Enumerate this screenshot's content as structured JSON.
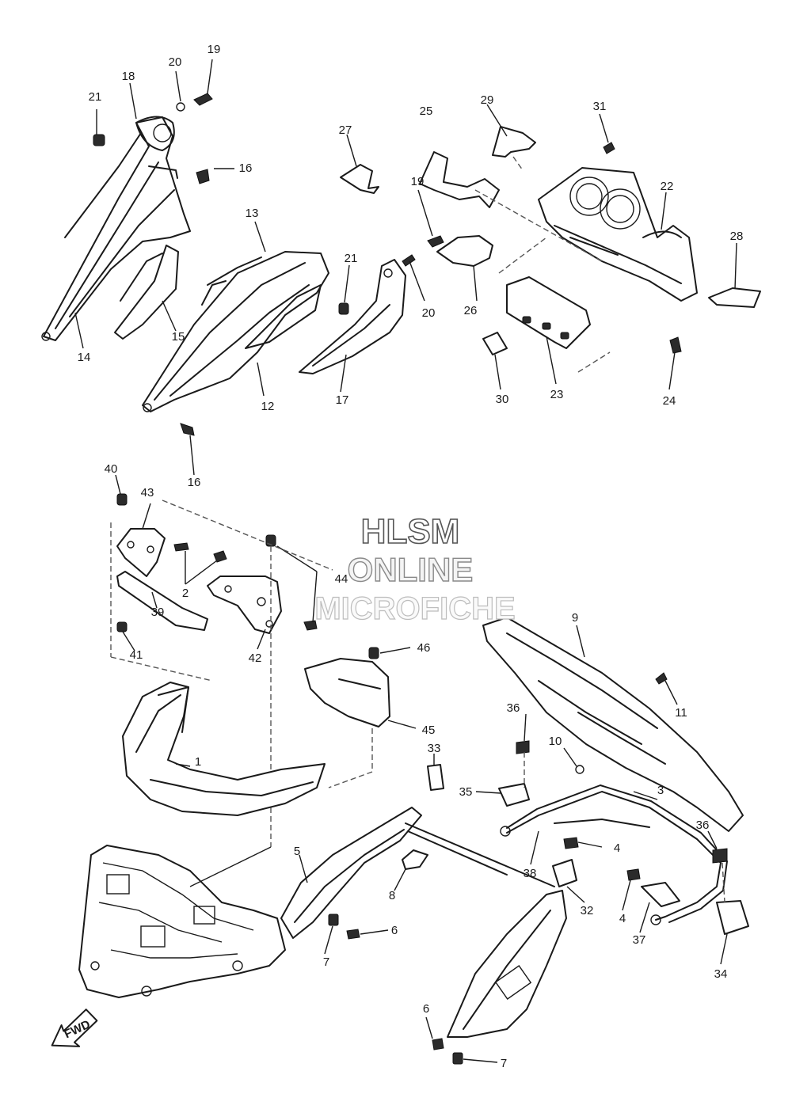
{
  "watermark": {
    "line1": "HLSM",
    "line2": "ONLINE",
    "line3": "MICROFICHE"
  },
  "fwd_label": "FWD",
  "callouts": [
    {
      "id": "c1",
      "text": "1"
    },
    {
      "id": "c2",
      "text": "2"
    },
    {
      "id": "c3",
      "text": "3"
    },
    {
      "id": "c4a",
      "text": "4"
    },
    {
      "id": "c4b",
      "text": "4"
    },
    {
      "id": "c5",
      "text": "5"
    },
    {
      "id": "c6a",
      "text": "6"
    },
    {
      "id": "c6b",
      "text": "6"
    },
    {
      "id": "c7a",
      "text": "7"
    },
    {
      "id": "c7b",
      "text": "7"
    },
    {
      "id": "c8",
      "text": "8"
    },
    {
      "id": "c9",
      "text": "9"
    },
    {
      "id": "c10",
      "text": "10"
    },
    {
      "id": "c11",
      "text": "11"
    },
    {
      "id": "c12",
      "text": "12"
    },
    {
      "id": "c13",
      "text": "13"
    },
    {
      "id": "c14",
      "text": "14"
    },
    {
      "id": "c15",
      "text": "15"
    },
    {
      "id": "c16a",
      "text": "16"
    },
    {
      "id": "c16b",
      "text": "16"
    },
    {
      "id": "c17",
      "text": "17"
    },
    {
      "id": "c18",
      "text": "18"
    },
    {
      "id": "c19a",
      "text": "19"
    },
    {
      "id": "c19b",
      "text": "19"
    },
    {
      "id": "c20a",
      "text": "20"
    },
    {
      "id": "c20b",
      "text": "20"
    },
    {
      "id": "c21a",
      "text": "21"
    },
    {
      "id": "c21b",
      "text": "21"
    },
    {
      "id": "c22",
      "text": "22"
    },
    {
      "id": "c23",
      "text": "23"
    },
    {
      "id": "c24",
      "text": "24"
    },
    {
      "id": "c25",
      "text": "25"
    },
    {
      "id": "c26",
      "text": "26"
    },
    {
      "id": "c27",
      "text": "27"
    },
    {
      "id": "c28",
      "text": "28"
    },
    {
      "id": "c29",
      "text": "29"
    },
    {
      "id": "c30",
      "text": "30"
    },
    {
      "id": "c31",
      "text": "31"
    },
    {
      "id": "c32",
      "text": "32"
    },
    {
      "id": "c33",
      "text": "33"
    },
    {
      "id": "c34",
      "text": "34"
    },
    {
      "id": "c35",
      "text": "35"
    },
    {
      "id": "c36a",
      "text": "36"
    },
    {
      "id": "c36b",
      "text": "36"
    },
    {
      "id": "c37",
      "text": "37"
    },
    {
      "id": "c38",
      "text": "38"
    },
    {
      "id": "c39",
      "text": "39"
    },
    {
      "id": "c40",
      "text": "40"
    },
    {
      "id": "c41",
      "text": "41"
    },
    {
      "id": "c42",
      "text": "42"
    },
    {
      "id": "c43",
      "text": "43"
    },
    {
      "id": "c44",
      "text": "44"
    },
    {
      "id": "c45",
      "text": "45"
    },
    {
      "id": "c46",
      "text": "46"
    }
  ],
  "colors": {
    "line": "#1a1a1a",
    "background": "#ffffff",
    "watermark_outline": "#555555"
  }
}
